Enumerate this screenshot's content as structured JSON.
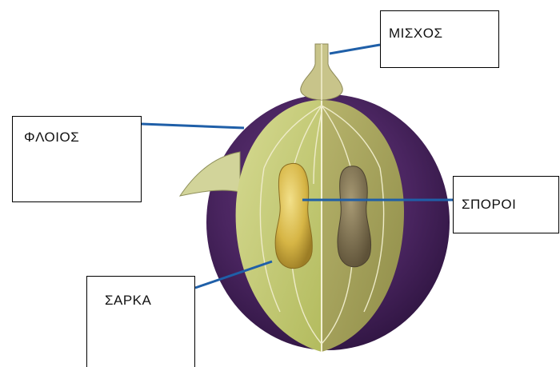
{
  "labels": {
    "stem": "ΜΙΣΧΟΣ",
    "peel": "ΦΛΟΙΟΣ",
    "seeds": "ΣΠΟΡΟΙ",
    "flesh": "ΣΑΡΚΑ"
  },
  "colors": {
    "peel_purple": "#4a2a5e",
    "flesh_green": "#c9cf7a",
    "seed_yellow": "#d8b84a",
    "seed_dark": "#8a7a55",
    "leader_line": "#1f5fa8"
  }
}
